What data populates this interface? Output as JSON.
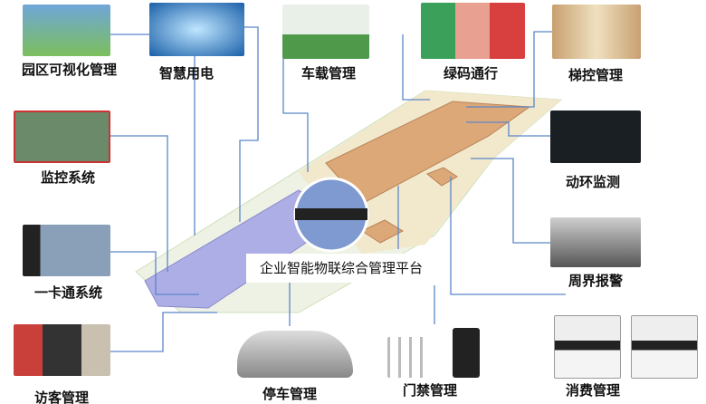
{
  "center_label": "企业智能物联综合管理平台",
  "modules": {
    "park_visual": "园区可视化管理",
    "smart_power": "智慧用电",
    "vehicle": "车载管理",
    "green_code": "绿码通行",
    "elevator": "梯控管理",
    "monitoring": "监控系统",
    "env_monitor": "动环监测",
    "card": "一卡通系统",
    "perimeter": "周界报警",
    "visitor": "访客管理",
    "parking": "停车管理",
    "access": "门禁管理",
    "consumption": "消费管理"
  },
  "colors": {
    "line": "#5b86c8",
    "purple_building": "#a9a8e0",
    "orange_building": "#dca77a",
    "ground": "#f0e6c8"
  }
}
